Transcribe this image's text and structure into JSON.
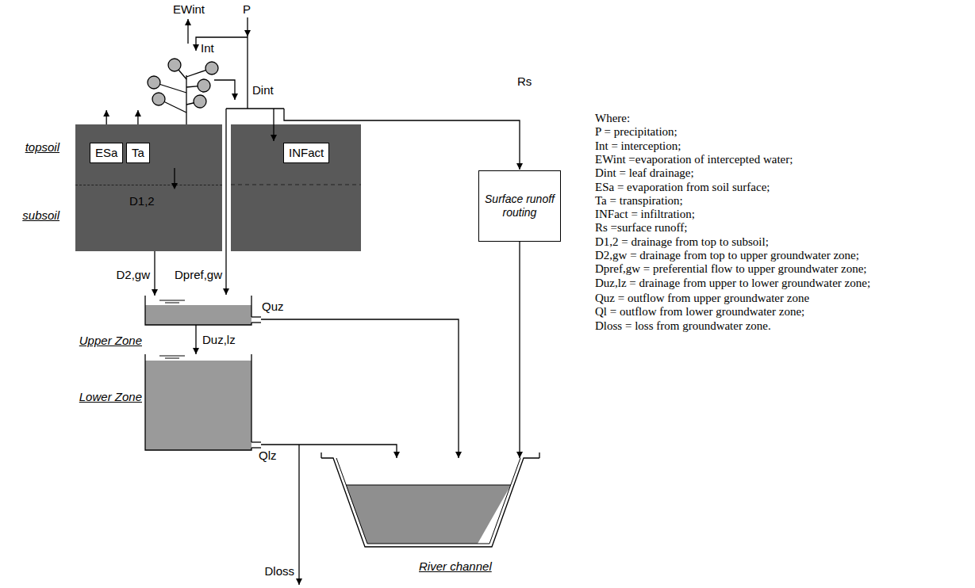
{
  "diagram": {
    "nodes": [
      {
        "text": [
          "topsoil",
          "subsoil",
          "D1,2"
        ]
      },
      {
        "text": [
          "ESa"
        ],
        "in": 0
      },
      {
        "text": [
          "Ta"
        ],
        "in": 0
      },
      {
        "text": [
          "INFact"
        ]
      },
      {
        "text": [
          "Surface runoff routing"
        ]
      },
      {
        "text": [
          "Upper Zone"
        ]
      },
      {
        "text": [
          "Lower Zone"
        ]
      },
      {
        "text": [
          "River channel"
        ]
      }
    ],
    "edges": [
      {
        "from": 0,
        "to": 5,
        "arrow": "to",
        "label": "D2,gw"
      },
      {
        "from": 5,
        "to": 6,
        "arrow": "to",
        "label": "Duz,lz"
      },
      {
        "from": 5,
        "to": 7,
        "arrow": "to",
        "label": "Quz"
      },
      {
        "from": 6,
        "to": 7,
        "arrow": "to",
        "label": "Qlz"
      },
      {
        "from": 4,
        "to": 7,
        "arrow": "to"
      }
    ],
    "labels": [
      "EWint",
      "P",
      "Int",
      "Dint",
      "Rs",
      "Dpref,gw",
      "Dloss",
      "Where:",
      "P = precipitation;",
      "Int = interception;",
      "EWint =evaporation of intercepted water;",
      "Dint = leaf drainage;",
      "ESa = evaporation from soil surface;",
      "Ta = transpiration;",
      "INFact = infiltration;",
      "Rs =surface runoff;",
      "D1,2 = drainage from top to subsoil;",
      "D2,gw = drainage from top to upper groundwater zone;",
      "Dpref,gw = preferential flow to upper groundwater zone;",
      "Duz,lz = drainage from upper to lower groundwater zone;",
      "Quz = outflow from upper groundwater zone",
      "Ql = outflow from lower groundwater zone;",
      "Dloss = loss from groundwater zone."
    ]
  }
}
